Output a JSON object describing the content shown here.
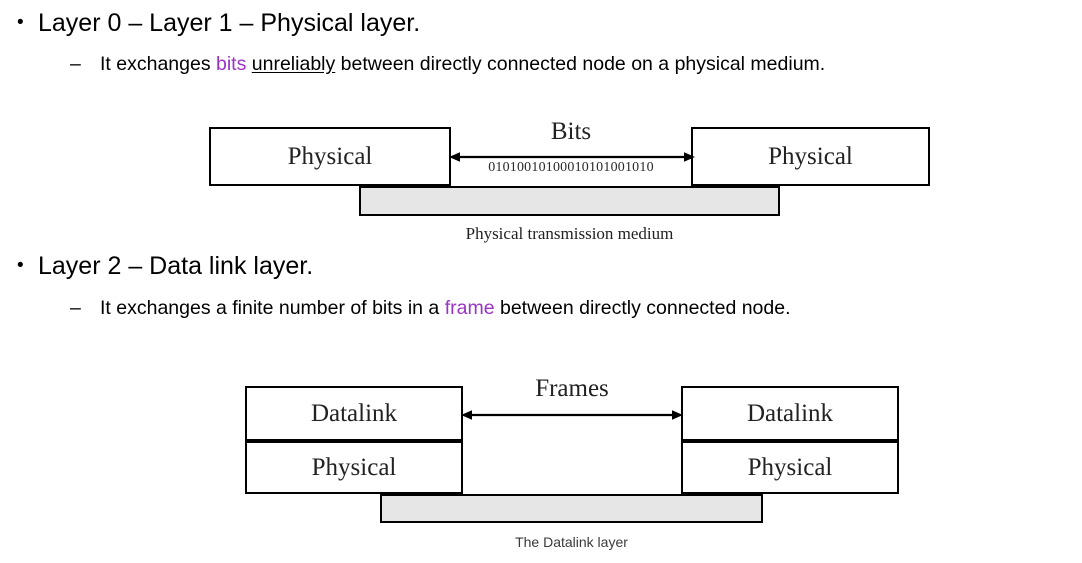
{
  "slide": {
    "bullets": [
      {
        "level": 1,
        "marker": "•",
        "text": "Layer 0 – Layer 1 – Physical layer."
      },
      {
        "level": 2,
        "marker": "–",
        "text_before": "It exchanges ",
        "accent_word": "bits",
        "text_mid": " ",
        "underlined_word": "unreliably",
        "text_after": " between directly connected node on a physical medium."
      },
      {
        "level": 1,
        "marker": "•",
        "text": "Layer 2 – Data link layer."
      },
      {
        "level": 2,
        "marker": "–",
        "text_before": "It exchanges a finite number of bits in a ",
        "accent_word": "frame",
        "text_after": " between directly connected node."
      }
    ]
  },
  "diagram_physical": {
    "left_box_label": "Physical",
    "right_box_label": "Physical",
    "link_label": "Bits",
    "bit_string": "01010010100010101001010",
    "caption": "Physical transmission medium",
    "medium_fill": "#e6e6e6",
    "border_color": "#000000"
  },
  "diagram_datalink": {
    "left_top_label": "Datalink",
    "left_bottom_label": "Physical",
    "right_top_label": "Datalink",
    "right_bottom_label": "Physical",
    "link_label": "Frames",
    "caption": "The Datalink layer",
    "medium_fill": "#e6e6e6",
    "border_color": "#000000"
  },
  "colors": {
    "accent_purple": "#9A34C4",
    "text_black": "#000000",
    "medium_gray": "#e6e6e6",
    "background": "#ffffff"
  }
}
